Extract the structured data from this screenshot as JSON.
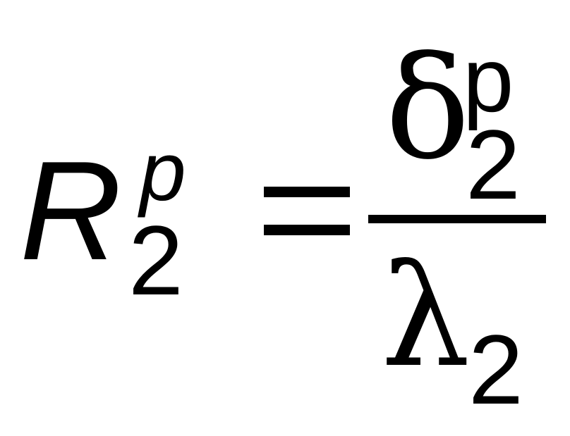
{
  "lhs": {
    "base": "R",
    "superscript": "p",
    "subscript": "2"
  },
  "operator": "=",
  "rhs": {
    "numerator": {
      "base": "δ",
      "superscript": "p",
      "subscript": "2"
    },
    "denominator": {
      "base": "λ",
      "subscript": "2"
    }
  }
}
